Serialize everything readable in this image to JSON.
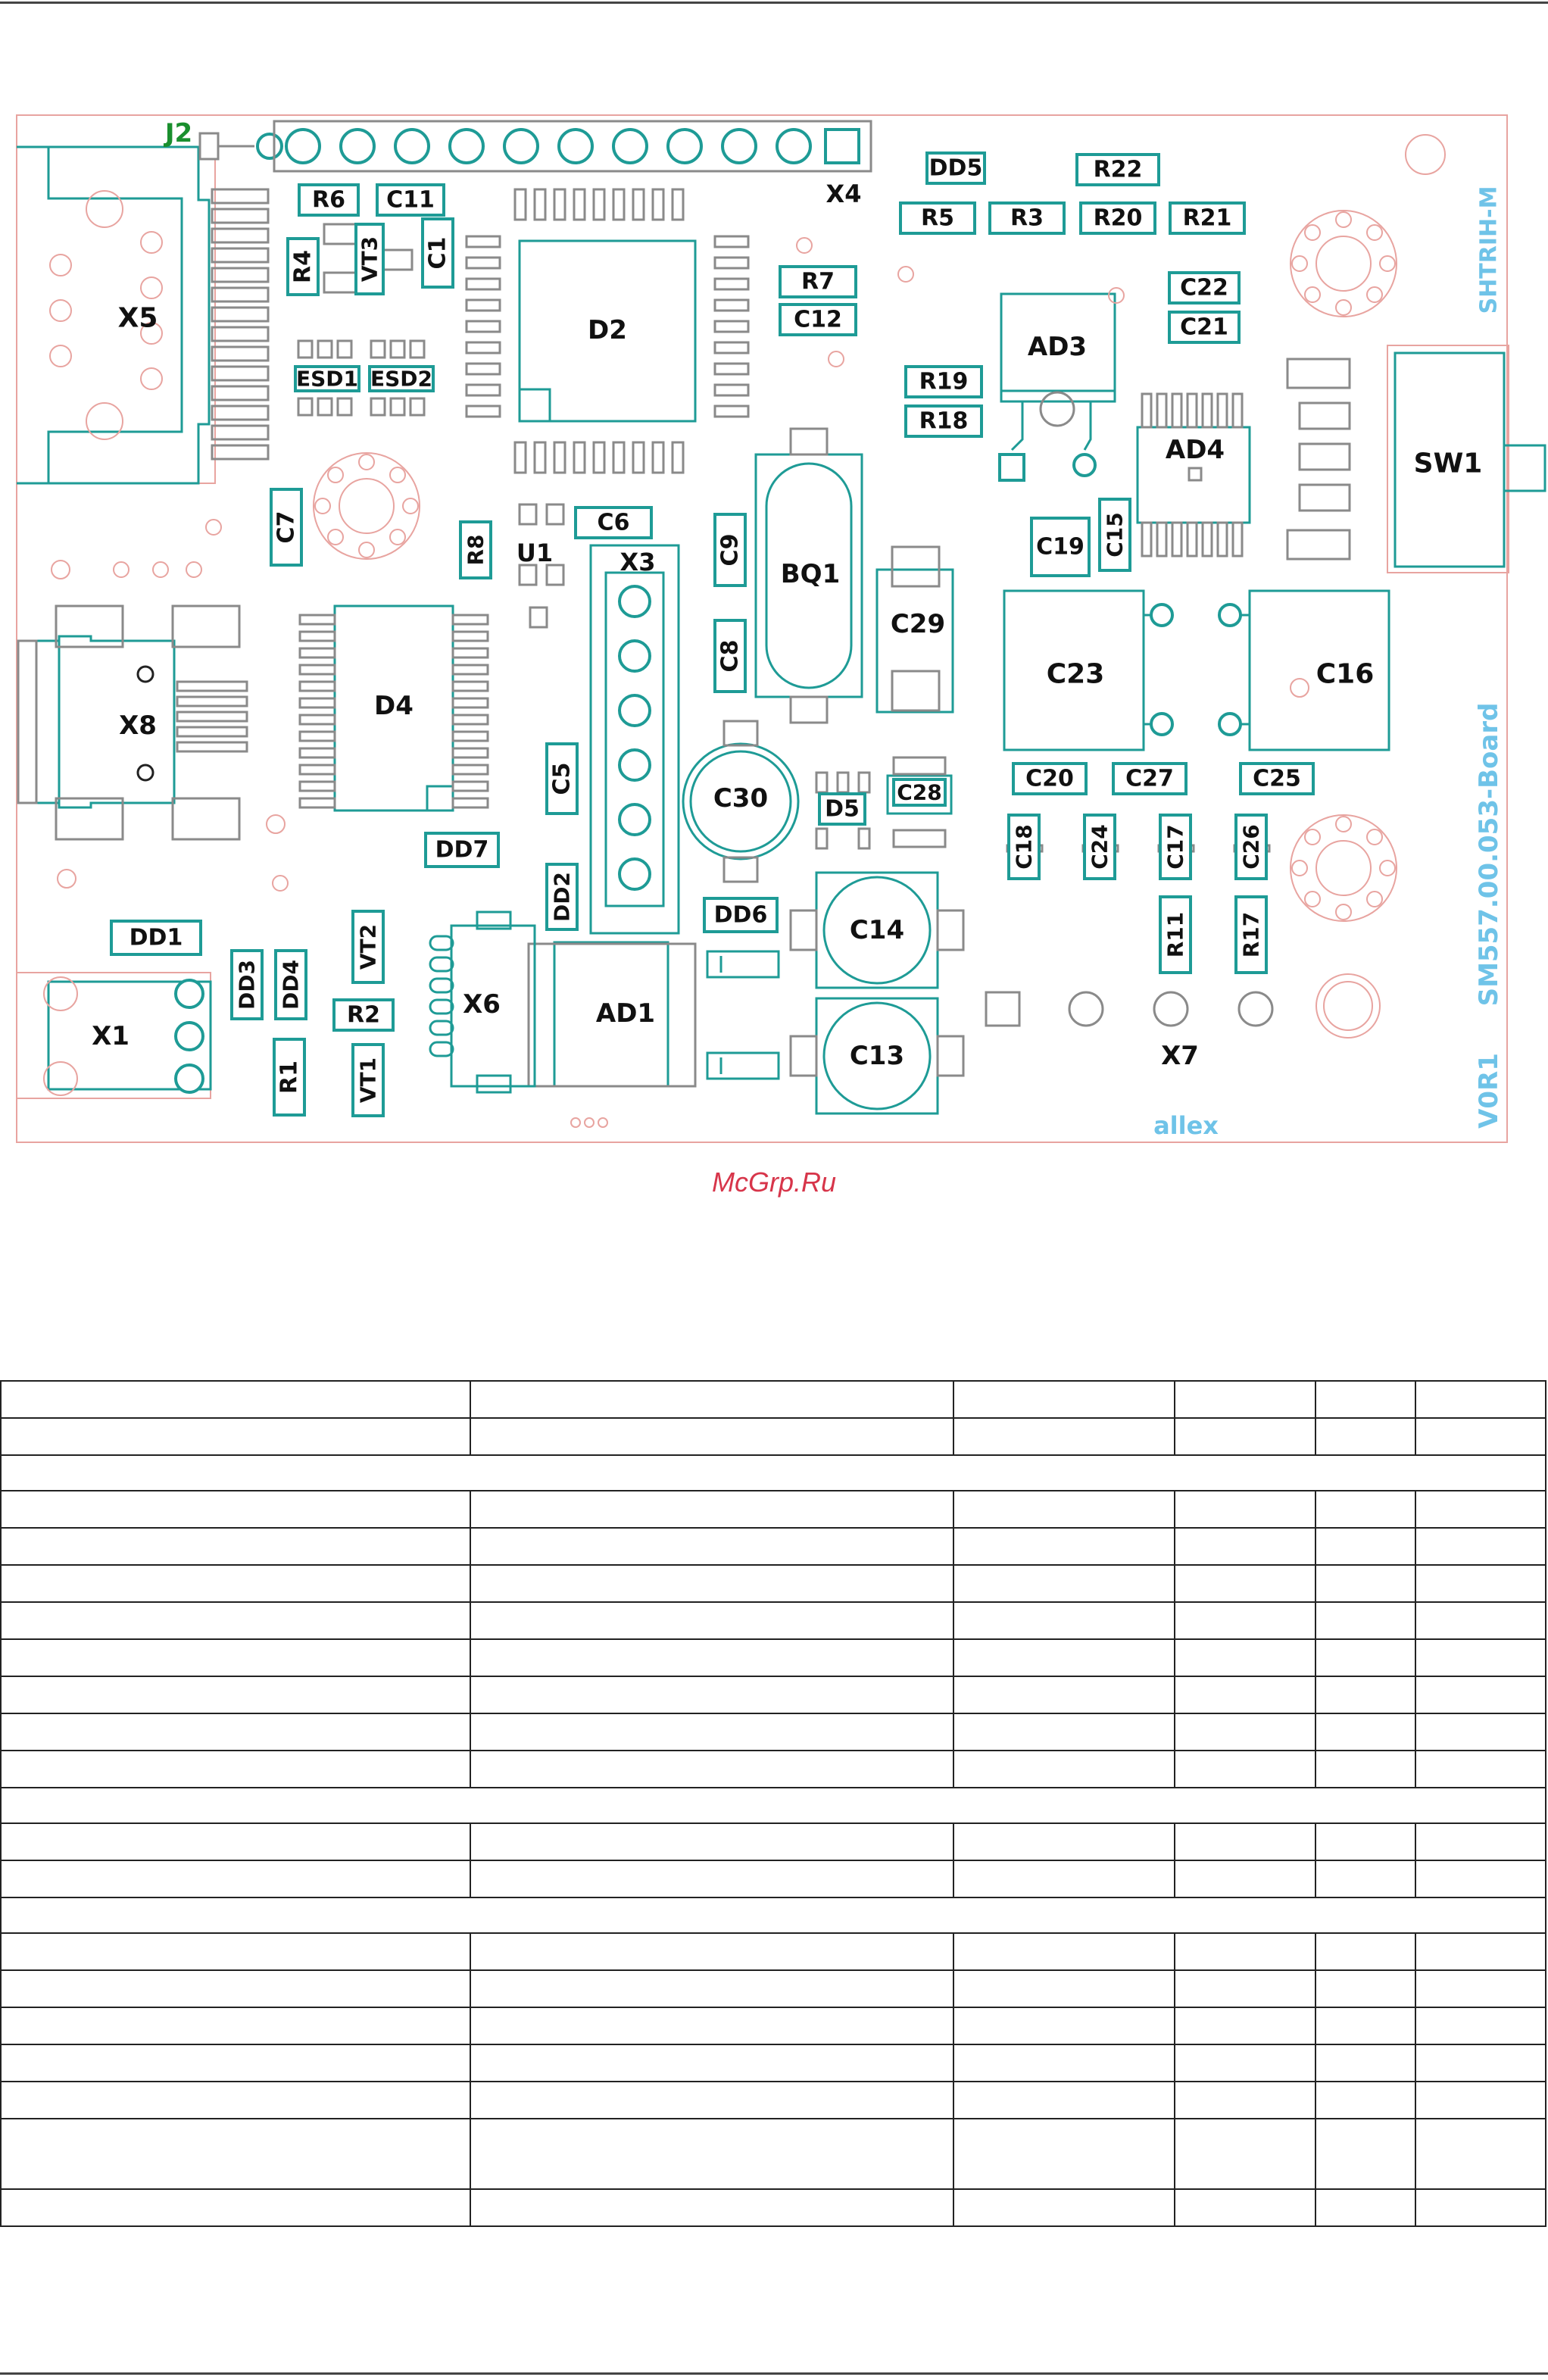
{
  "watermark": "McGrp.Ru",
  "board_texts": {
    "side_name": "SHTRIH-M",
    "side_board": "SM557.00.053-Board",
    "side_version": "V0R1",
    "brand": "allex"
  },
  "designators": {
    "j2": "J2",
    "x4": "X4",
    "x5": "X5",
    "x8": "X8",
    "x1": "X1",
    "x3": "X3",
    "x6": "X6",
    "x7": "X7",
    "r6": "R6",
    "c11": "C11",
    "r4": "R4",
    "vt3": "VT3",
    "c1": "C1",
    "esd1": "ESD1",
    "esd2": "ESD2",
    "d2": "D2",
    "r7": "R7",
    "c12": "C12",
    "dd5": "DD5",
    "r22": "R22",
    "r5": "R5",
    "r3": "R3",
    "r20": "R20",
    "r21": "R21",
    "c22": "C22",
    "c21": "C21",
    "ad3": "AD3",
    "r19": "R19",
    "r18": "R18",
    "ad4": "AD4",
    "sw1": "SW1",
    "c7": "C7",
    "r8": "R8",
    "u1": "U1",
    "c6": "C6",
    "c9": "C9",
    "bq1": "BQ1",
    "c19": "C19",
    "c15": "C15",
    "d4": "D4",
    "c8": "C8",
    "c29": "C29",
    "c23": "C23",
    "c16": "C16",
    "c5": "C5",
    "c30": "C30",
    "d5": "D5",
    "c28": "C28",
    "c20": "C20",
    "c27": "C27",
    "c25": "C25",
    "dd7": "DD7",
    "dd2": "DD2",
    "dd6": "DD6",
    "c14": "C14",
    "c18": "C18",
    "c24": "C24",
    "c17": "C17",
    "c26": "C26",
    "dd1": "DD1",
    "vt2": "VT2",
    "dd3": "DD3",
    "dd4": "DD4",
    "r11": "R11",
    "r17": "R17",
    "r2": "R2",
    "ad1": "AD1",
    "r1": "R1",
    "vt1": "VT1",
    "c13": "C13"
  },
  "colors": {
    "outline_red": "#e8a4a0",
    "teal": "#1e9b96",
    "gray": "#8a8a8a",
    "label_black": "#111111",
    "label_green": "#1a8f2e",
    "silk_blue": "#6fc3e8"
  }
}
